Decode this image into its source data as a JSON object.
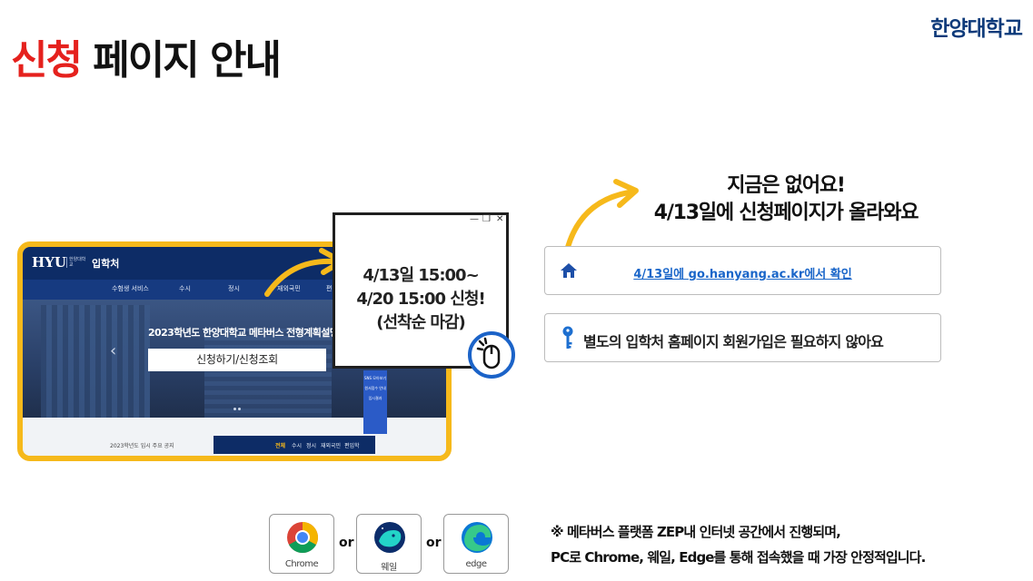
{
  "logo": {
    "text": "한양대학교"
  },
  "title": {
    "accent": "신청",
    "rest": " 페이지 안내"
  },
  "screenshot": {
    "site_logo": "HYU",
    "site_logo_sub": "한양대학교",
    "site_name": "입학처",
    "nav": [
      "수험생 서비스",
      "수시",
      "정시",
      "재외국민",
      "편입"
    ],
    "hero_headline": "2023학년도 한양대학교 메타버스 전형계획설명회",
    "hero_button": "신청하기/신청조회",
    "notice": "2023학년도 입시 주요 공지",
    "tabs": [
      "전체",
      "수시",
      "정시",
      "재외국민",
      "편입학"
    ],
    "quick_links": [
      "SNS 모아보기",
      "원서접수 안내",
      "입시결과"
    ]
  },
  "popup": {
    "window_controls": [
      "—",
      "❐",
      "✕"
    ],
    "line1": "4/13일 15:00~",
    "line2": "4/20 15:00 신청!",
    "line3": "(선착순 마감)"
  },
  "cta": {
    "line1": "지금은 없어요!",
    "line2": "4/13일에 신청페이지가 올라와요"
  },
  "info": {
    "link_text": "4/13일에  go.hanyang.ac.kr에서 확인",
    "key_text": "별도의 입학처 홈페이지 회원가입은 필요하지 않아요"
  },
  "browsers": {
    "chrome": "Chrome",
    "whale": "웨일",
    "edge": "edge",
    "or": "or"
  },
  "note": {
    "line1": "※ 메타버스 플랫폼 ZEP내 인터넷 공간에서 진행되며,",
    "line2": "PC로 Chrome, 웨일, Edge를 통해 접속했을 때 가장 안정적입니다."
  },
  "colors": {
    "accent_red": "#e5211d",
    "navy": "#0d2c66",
    "yellow": "#f6b91b",
    "link_blue": "#1a66c9",
    "edge_blue": "#1b63c8"
  },
  "icons": [
    "home-icon",
    "key-icon",
    "mouse-click-icon",
    "arrow-icon",
    "chrome-icon",
    "whale-icon",
    "edge-icon"
  ]
}
